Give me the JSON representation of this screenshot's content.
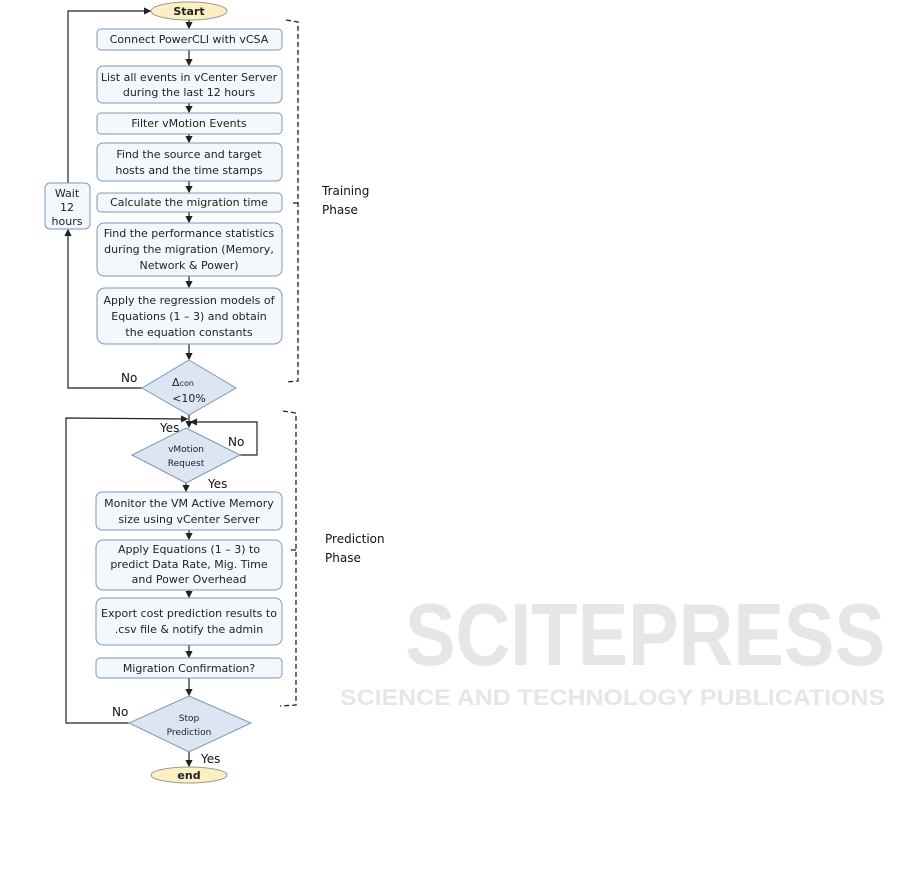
{
  "watermark": {
    "main": "SCITEPRESS",
    "sub": "SCIENCE AND TECHNOLOGY PUBLICATIONS"
  },
  "start": "Start",
  "end": "end",
  "training": {
    "steps": [
      [
        "Connect PowerCLI with vCSA"
      ],
      [
        "List all events in vCenter Server",
        "during the last 12 hours"
      ],
      [
        "Filter vMotion Events"
      ],
      [
        "Find the source and target",
        "hosts and the time stamps"
      ],
      [
        "Calculate the migration time"
      ],
      [
        "Find the performance statistics",
        "during the migration (Memory,",
        "Network &  Power)"
      ],
      [
        "Apply the regression models of",
        "Equations (1 – 3) and obtain",
        "the equation constants"
      ]
    ],
    "decision": {
      "symbol": "Δ",
      "subscript": "con",
      "condition": "<10%",
      "no": "No"
    },
    "wait": [
      "Wait",
      "12",
      "hours"
    ],
    "phase_label": [
      "Training",
      "Phase"
    ]
  },
  "prediction": {
    "yes_entry": "Yes",
    "request": {
      "lines": [
        "vMotion",
        "Request"
      ],
      "no": "No",
      "yes": "Yes"
    },
    "steps": [
      [
        "Monitor the VM Active Memory",
        "size using vCenter Server"
      ],
      [
        "Apply Equations (1 – 3) to",
        "predict Data Rate, Mig. Time",
        "and Power Overhead"
      ],
      [
        "Export cost prediction results to",
        ".csv file & notify the admin"
      ],
      [
        "Migration Confirmation?"
      ]
    ],
    "stop": {
      "lines": [
        "Stop",
        "Prediction"
      ],
      "no": "No",
      "yes": "Yes"
    },
    "phase_label": [
      "Prediction",
      "Phase"
    ]
  }
}
